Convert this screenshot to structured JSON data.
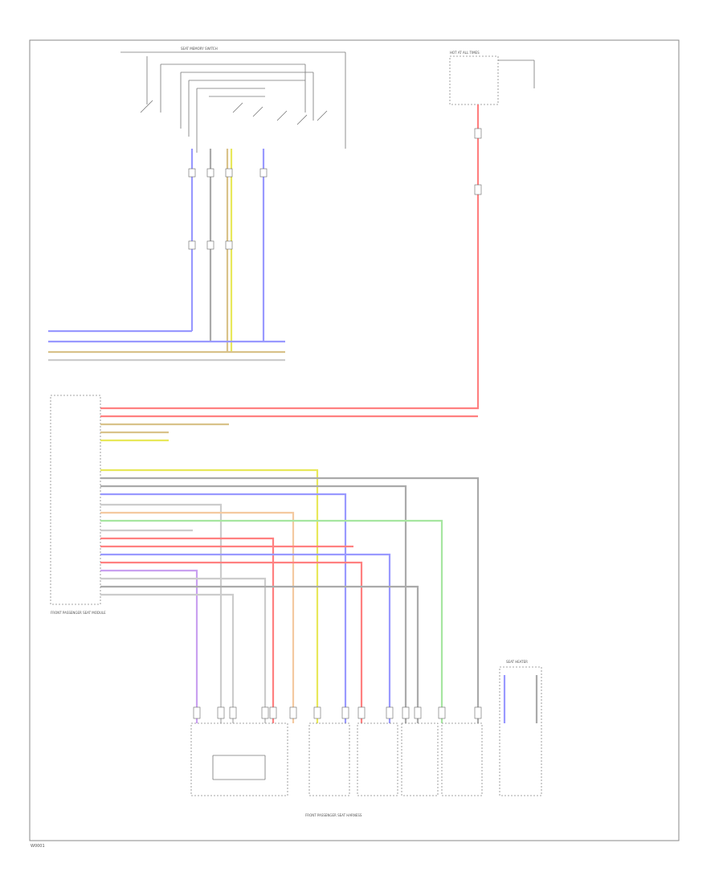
{
  "diagram": {
    "footer_code": "W0001",
    "harness_caption": "FRONT PASSENGER SEAT HARNESS",
    "upper_module_caption": "SEAT MEMORY SWITCH",
    "fuse_caption": "HOT AT ALL TIMES",
    "module_caption": "FRONT PASSENGER SEAT MODULE",
    "right_caption": "SEAT HEATER",
    "wire_colors": {
      "blue": "#9999ff",
      "yellow": "#e8e85a",
      "tan": "#d9c28a",
      "red": "#ff8080",
      "green": "#a6e6a0",
      "grey": "#aaaaaa",
      "light_grey": "#cccccc",
      "peach": "#f4c9a0",
      "violet": "#c9a0f0",
      "pink": "#ffb0b0"
    }
  }
}
